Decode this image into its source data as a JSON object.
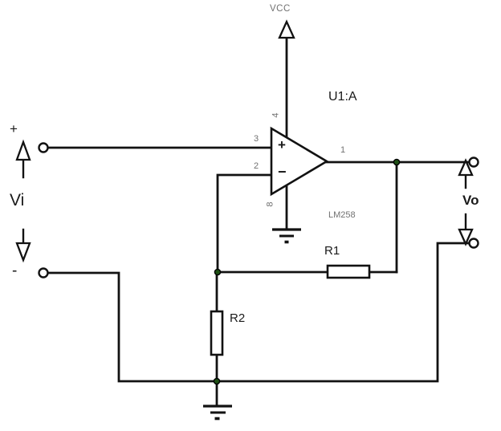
{
  "colors": {
    "bg": "#ffffff",
    "wire": "#121212",
    "label-text": "#1a1a1a",
    "pin-text": "#717171",
    "junction": "#1e4f14"
  },
  "power": {
    "vcc_label": "VCC"
  },
  "opamp": {
    "designator": "U1:A",
    "part_number": "LM258",
    "noninverting_sign": "+",
    "inverting_sign": "−",
    "pins": {
      "noninverting": "3",
      "inverting": "2",
      "output": "1",
      "vplus": "4",
      "vminus": "8"
    }
  },
  "resistors": {
    "feedback": {
      "label": "R1"
    },
    "shunt": {
      "label": "R2"
    }
  },
  "input_port": {
    "label": "Vi",
    "plus_sign": "+",
    "minus_sign": "-"
  },
  "output_port": {
    "label": "Vo"
  }
}
